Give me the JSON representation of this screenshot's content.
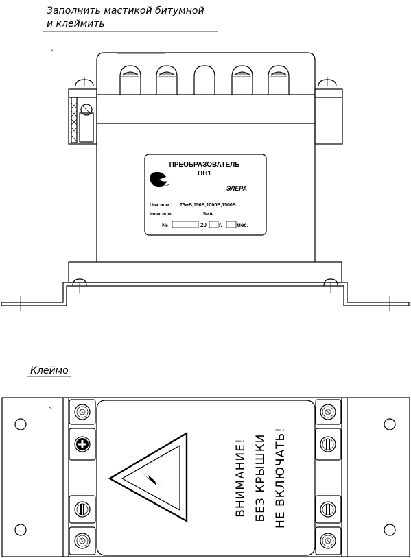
{
  "notes": {
    "fill_line1": "Заполнить мастикой битумной",
    "fill_line2": "и клеймить",
    "stamp": "Клеймо"
  },
  "nameplate": {
    "title": "ПРЕОБРАЗОВАТЕЛЬ",
    "model": "ПН1",
    "brand": "ЭЛЕРА",
    "u_label": "Uвх.ном.",
    "u_values": "75мВ,150В,1000В,1500В",
    "i_label": "Iвых.ном.",
    "i_value": "5мА",
    "serial_label": "№",
    "year_prefix": "20",
    "year_suffix": "г.",
    "month_suffix": "мес."
  },
  "warning": {
    "line1": "ВНИМАНИЕ!",
    "line2": "БЕЗ КРЫШКИ",
    "line3": "НЕ ВКЛЮЧАТЬ!"
  },
  "top_view": {
    "terminal_count": 5
  },
  "plan_view": {
    "left_screws": 4,
    "right_screws": 4
  }
}
